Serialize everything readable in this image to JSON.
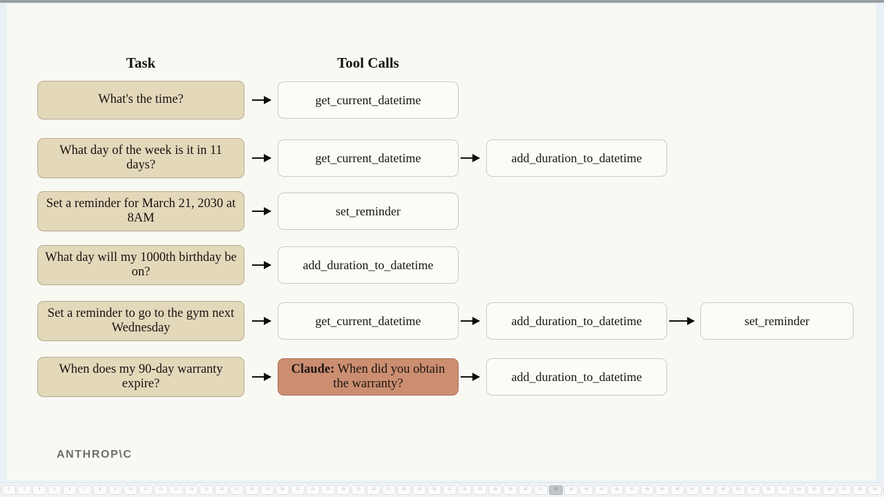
{
  "viewer": {
    "accent_color": "#e8961f",
    "topbar_color": "#9aa0a3"
  },
  "slide": {
    "background_color": "#f9f9f3",
    "brand": "ANTHROP\\C",
    "headers": {
      "task": "Task",
      "tool_calls": "Tool Calls"
    },
    "colors": {
      "task_fill": "#e4d8bb",
      "task_border": "#b9ad91",
      "tool_fill": "#fbfbf7",
      "tool_border": "#c9c9c4",
      "claude_fill": "#cc8e71",
      "claude_border": "#a96f55",
      "arrow": "#0d0d0d"
    },
    "rows": [
      {
        "task": "What's the time?",
        "calls": [
          {
            "label": "get_current_datetime",
            "kind": "tool"
          }
        ]
      },
      {
        "task": "What day of the week is it in 11 days?",
        "calls": [
          {
            "label": "get_current_datetime",
            "kind": "tool"
          },
          {
            "label": "add_duration_to_datetime",
            "kind": "tool"
          }
        ]
      },
      {
        "task": "Set a reminder for March 21, 2030 at 8AM",
        "calls": [
          {
            "label": "set_reminder",
            "kind": "tool"
          }
        ]
      },
      {
        "task": "What day will my 1000th birthday be on?",
        "calls": [
          {
            "label": "add_duration_to_datetime",
            "kind": "tool"
          }
        ]
      },
      {
        "task": "Set a reminder to go to the gym next Wednesday",
        "calls": [
          {
            "label": "get_current_datetime",
            "kind": "tool"
          },
          {
            "label": "add_duration_to_datetime",
            "kind": "tool"
          },
          {
            "label": "set_reminder",
            "kind": "tool"
          }
        ]
      },
      {
        "task": "When does my 90-day warranty expire?",
        "calls": [
          {
            "label": "Claude: When did you obtain the warranty?",
            "kind": "claude",
            "speaker": "Claude:",
            "question": " When did you obtain the warranty?"
          },
          {
            "label": "add_duration_to_datetime",
            "kind": "tool"
          }
        ]
      }
    ]
  },
  "slide_strip": {
    "active_index": 38,
    "count": 60
  }
}
